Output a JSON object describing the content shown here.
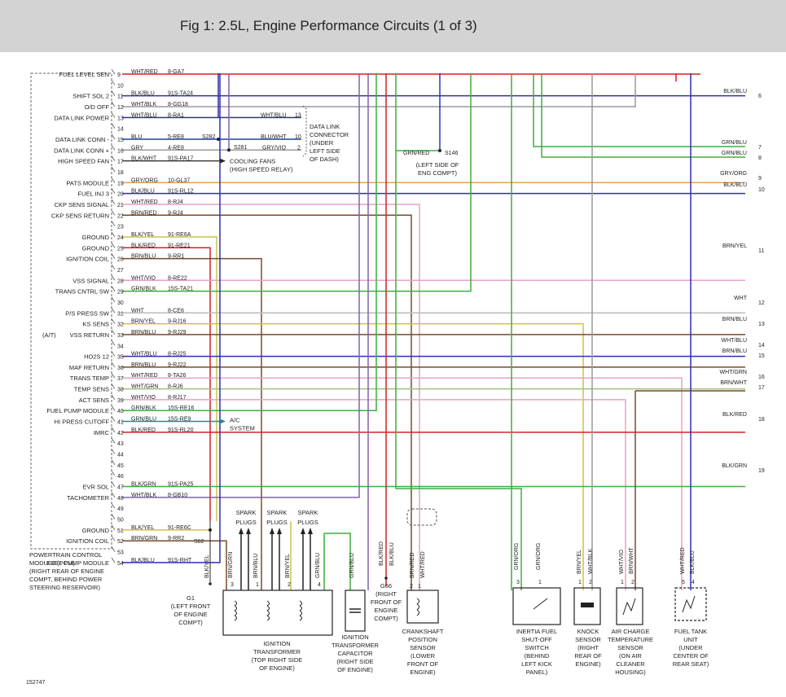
{
  "header": {
    "title": "Fig 1: 2.5L, Engine Performance Circuits (1 of 3)"
  },
  "pcm": {
    "label_lines": [
      "POWERTRAIN CONTROL",
      "MODULE (PCM)",
      "(RIGHT REAR OF ENGINE",
      "COMPT, BEHIND POWER",
      "STEERING RESERVOIR)"
    ],
    "pins": [
      {
        "pin": "9",
        "name": "FUEL LEVEL SEN",
        "color": "WHT/RED",
        "circuit": "8-GA7"
      },
      {
        "pin": "10",
        "name": "",
        "color": "",
        "circuit": ""
      },
      {
        "pin": "11",
        "name": "SHIFT SOL 2",
        "color": "BLK/BLU",
        "circuit": "91S-TA24"
      },
      {
        "pin": "12",
        "name": "O/D OFF",
        "color": "WHT/BLK",
        "circuit": "8-GG18"
      },
      {
        "pin": "13",
        "name": "DATA LINK POWER",
        "color": "WHT/BLU",
        "circuit": "8-RA1"
      },
      {
        "pin": "14",
        "name": "",
        "color": "",
        "circuit": ""
      },
      {
        "pin": "15",
        "name": "DATA LINK CONN -",
        "color": "BLU",
        "circuit": "5-RE8"
      },
      {
        "pin": "16",
        "name": "DATA LINK CONN +",
        "color": "GRY",
        "circuit": "4-RE8"
      },
      {
        "pin": "17",
        "name": "HIGH SPEED FAN",
        "color": "BLK/WHT",
        "circuit": "91S-PA17"
      },
      {
        "pin": "18",
        "name": "",
        "color": "",
        "circuit": ""
      },
      {
        "pin": "19",
        "name": "PATS MODULE",
        "color": "GRY/ORG",
        "circuit": "10-GL37"
      },
      {
        "pin": "20",
        "name": "FUEL INJ 3",
        "color": "BLK/BLU",
        "circuit": "91S-RL12"
      },
      {
        "pin": "21",
        "name": "CKP SENS SIGNAL",
        "color": "WHT/RED",
        "circuit": "8-RJ4"
      },
      {
        "pin": "22",
        "name": "CKP SENS RETURN",
        "color": "BRN/RED",
        "circuit": "9-RJ4"
      },
      {
        "pin": "23",
        "name": "",
        "color": "",
        "circuit": ""
      },
      {
        "pin": "24",
        "name": "GROUND",
        "color": "BLK/YEL",
        "circuit": "91-RE6A"
      },
      {
        "pin": "25",
        "name": "GROUND",
        "color": "BLK/RED",
        "circuit": "91-RE21"
      },
      {
        "pin": "26",
        "name": "IGNITION COIL",
        "color": "BRN/BLU",
        "circuit": "9-RR1"
      },
      {
        "pin": "27",
        "name": "",
        "color": "",
        "circuit": ""
      },
      {
        "pin": "28",
        "name": "VSS SIGNAL",
        "color": "WHT/VIO",
        "circuit": "8-RE22"
      },
      {
        "pin": "29",
        "name": "TRANS CNTRL SW",
        "color": "GRN/BLK",
        "circuit": "15S-TA21"
      },
      {
        "pin": "30",
        "name": "",
        "color": "",
        "circuit": ""
      },
      {
        "pin": "31",
        "name": "P/S PRESS SW",
        "color": "WHT",
        "circuit": "8-CE6"
      },
      {
        "pin": "32",
        "name": "KS SENS",
        "color": "BRN/YEL",
        "circuit": "9-RJ16"
      },
      {
        "pin": "33",
        "name": "VSS RETURN",
        "color": "BRN/BLU",
        "circuit": "9-RJ29"
      },
      {
        "pin": "34",
        "name": "",
        "color": "",
        "circuit": ""
      },
      {
        "pin": "35",
        "name": "HO2S 12",
        "color": "WHT/BLU",
        "circuit": "8-RJ25"
      },
      {
        "pin": "36",
        "name": "MAF RETURN",
        "color": "BRN/BLU",
        "circuit": "9-RJ22"
      },
      {
        "pin": "37",
        "name": "TRANS TEMP",
        "color": "WHT/RED",
        "circuit": "8-TA26"
      },
      {
        "pin": "38",
        "name": "TEMP SENS",
        "color": "WHT/GRN",
        "circuit": "8-RJ6"
      },
      {
        "pin": "39",
        "name": "ACT SENS",
        "color": "WHT/VIO",
        "circuit": "8-RJ17"
      },
      {
        "pin": "40",
        "name": "FUEL PUMP MODULE",
        "color": "GRN/BLK",
        "circuit": "15S-RE16"
      },
      {
        "pin": "41",
        "name": "HI PRESS CUTOFF",
        "color": "GRN/BLU",
        "circuit": "15S-RE9"
      },
      {
        "pin": "42",
        "name": "IMRC",
        "color": "BLK/RED",
        "circuit": "91S-RL20"
      },
      {
        "pin": "43",
        "name": "",
        "color": "",
        "circuit": ""
      },
      {
        "pin": "44",
        "name": "",
        "color": "",
        "circuit": ""
      },
      {
        "pin": "45",
        "name": "",
        "color": "",
        "circuit": ""
      },
      {
        "pin": "46",
        "name": "",
        "color": "",
        "circuit": ""
      },
      {
        "pin": "47",
        "name": "EVR SOL",
        "color": "BLK/GRN",
        "circuit": "91S-PA25"
      },
      {
        "pin": "48",
        "name": "TACHOMETER",
        "color": "WHT/BLK",
        "circuit": "8-GB10"
      },
      {
        "pin": "49",
        "name": "",
        "color": "",
        "circuit": ""
      },
      {
        "pin": "50",
        "name": "",
        "color": "",
        "circuit": ""
      },
      {
        "pin": "51",
        "name": "GROUND",
        "color": "BLK/YEL",
        "circuit": "91-RE6C"
      },
      {
        "pin": "52",
        "name": "IGNITION COIL",
        "color": "BRN/GRN",
        "circuit": "9-RR2"
      },
      {
        "pin": "53",
        "name": "",
        "color": "",
        "circuit": ""
      },
      {
        "pin": "54",
        "name": "FUEL PUMP MODULE",
        "color": "BLK/BLU",
        "circuit": "91S-RHT"
      }
    ],
    "vss_return_prefix": "(A/T)"
  },
  "splices": {
    "s282": "S282",
    "s281": "S281",
    "s62": "S62",
    "s146": "S146"
  },
  "dlc": {
    "wire_13": "WHT/BLU",
    "pin_13": "13",
    "wire_10": "BLU/WHT",
    "pin_10": "10",
    "wire_2": "GRY/VIO",
    "pin_2": "2",
    "label_lines": [
      "DATA LINK",
      "CONNECTOR",
      "(UNDER",
      "LEFT SIDE",
      "OF DASH)"
    ]
  },
  "cooling_fans": [
    "COOLING FANS",
    "(HIGH SPEED RELAY)"
  ],
  "ac_system": [
    "A/C",
    "SYSTEM"
  ],
  "s146_block": {
    "wire": "GRN/RED",
    "label_lines": [
      "(LEFT SIDE OF",
      "ENG COMPT)"
    ]
  },
  "right_edge": [
    {
      "wire": "BLK/BLU",
      "ref": "6"
    },
    {
      "wire": "GRN/BLU",
      "ref": "7"
    },
    {
      "wire": "GRN/BLU",
      "ref": "8"
    },
    {
      "wire": "GRY/ORG",
      "ref": "9"
    },
    {
      "wire": "BLK/BLU",
      "ref": "10"
    },
    {
      "wire": "BRN/YEL",
      "ref": "11"
    },
    {
      "wire": "WHT",
      "ref": "12"
    },
    {
      "wire": "BRN/BLU",
      "ref": "13"
    },
    {
      "wire": "WHT/BLU",
      "ref": "14"
    },
    {
      "wire": "BRN/BLU",
      "ref": "15"
    },
    {
      "wire": "WHT/GRN",
      "ref": "16"
    },
    {
      "wire": "BRN/WHT",
      "ref": "17"
    },
    {
      "wire": "BLK/RED",
      "ref": "18"
    },
    {
      "wire": "BLK/GRN",
      "ref": "19"
    }
  ],
  "spark_plugs": {
    "label_top": "SPARK",
    "label_bottom": "PLUGS"
  },
  "components": {
    "g1": {
      "wire": "BLK/YEL",
      "label_lines": [
        "G1",
        "(LEFT FRONT",
        "OF ENGINE",
        "COMPT)"
      ]
    },
    "ignition_transformer": {
      "wires": [
        "BRN/GRN",
        "BRN/BLU",
        "BRN/YEL",
        "GRN/BLU"
      ],
      "pins": [
        "3",
        "1",
        "2",
        "4"
      ],
      "label_lines": [
        "IGNITION",
        "TRANSFORMER",
        "(TOP RIGHT SIDE",
        "OF ENGINE)"
      ]
    },
    "capacitor": {
      "wire": "GRN/BLU",
      "label_lines": [
        "IGNITION",
        "TRANSFORMER",
        "CAPACITOR",
        "(RIGHT SIDE",
        "OF ENGINE)"
      ]
    },
    "g66": {
      "wires": [
        "BLK/RED",
        "BLK/BLU"
      ],
      "label_lines": [
        "G66",
        "(RIGHT",
        "FRONT OF",
        "ENGINE",
        "COMPT)"
      ]
    },
    "ckp": {
      "wires": [
        "BRN/RED",
        "WHT/RED"
      ],
      "pins": [
        "2",
        "1"
      ],
      "label_lines": [
        "CRANKSHAFT",
        "POSITION",
        "SENSOR",
        "(LOWER",
        "FRONT OF",
        "ENGINE)"
      ]
    },
    "inertia": {
      "wires": [
        "GRN/ORG",
        "GRN/ORG"
      ],
      "pins": [
        "3",
        "1"
      ],
      "label_lines": [
        "INERTIA FUEL",
        "SHUT-OFF",
        "SWITCH",
        "(BEHIND",
        "LEFT KICK",
        "PANEL)"
      ]
    },
    "knock": {
      "wires": [
        "BRN/YEL",
        "WHT/BLK"
      ],
      "pins": [
        "1",
        "2"
      ],
      "label_lines": [
        "KNOCK",
        "SENSOR",
        "(RIGHT",
        "REAR OF",
        "ENGINE)"
      ]
    },
    "act": {
      "wires": [
        "WHT/VIO",
        "BRN/WHT"
      ],
      "pins": [
        "1",
        "2"
      ],
      "label_lines": [
        "AIR CHARGE",
        "TEMPERATURE",
        "SENSOR",
        "(ON AIR",
        "CLEANER",
        "HOUSING)"
      ]
    },
    "fuel_tank": {
      "wires": [
        "WHT/RED",
        "BLK/BLU"
      ],
      "pins": [
        "5",
        "4"
      ],
      "label_lines": [
        "FUEL TANK",
        "UNIT",
        "(UNDER",
        "CENTER OF",
        "REAR SEAT)"
      ]
    }
  },
  "figure_id": "152747",
  "colors": {
    "header_bg": "#d3d3d3",
    "wire_red": "#d62020",
    "wire_blue": "#2f2fb0",
    "wire_green": "#3fae3f",
    "wire_brown": "#7a4a2a",
    "wire_yellow": "#cfc04a",
    "wire_gray": "#9a9a9a",
    "wire_pink": "#e6a0c8",
    "wire_violet": "#8060b0",
    "wire_black": "#222222"
  }
}
